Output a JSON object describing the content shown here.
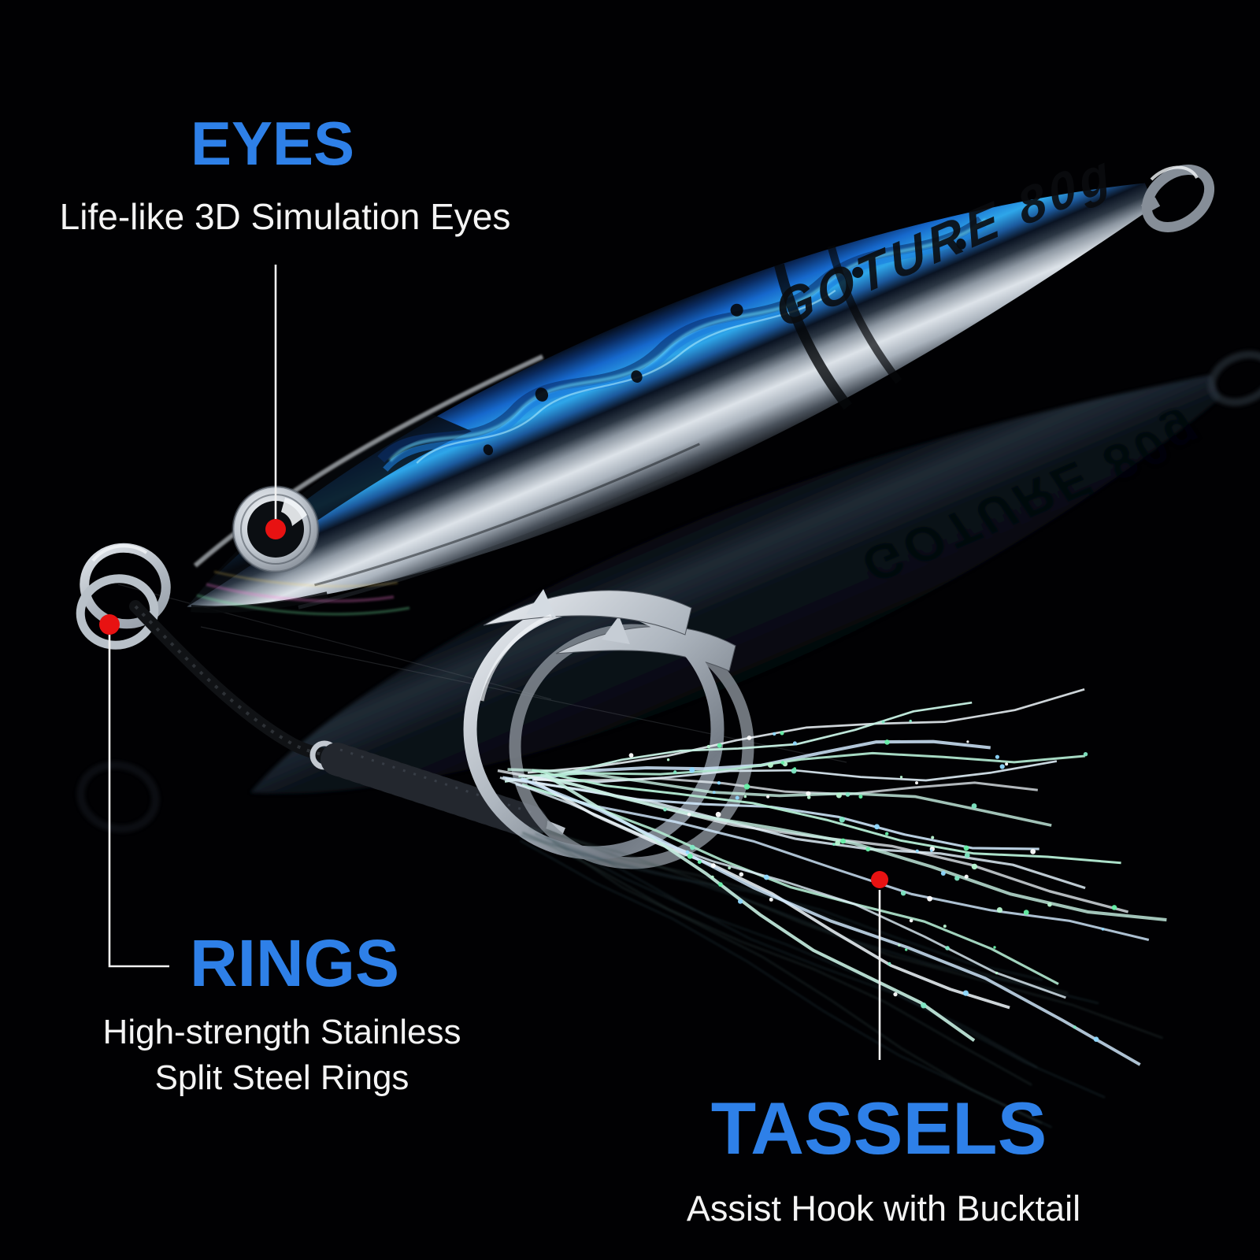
{
  "scene": {
    "description": "Fishing jig lure product photo on black background with feature callouts",
    "background_color": "#000000"
  },
  "annotations": {
    "eyes": {
      "title": "EYES",
      "subtitle": "Life-like 3D Simulation Eyes"
    },
    "rings": {
      "title": "RINGS",
      "subtitle_line1": "High-strength Stainless",
      "subtitle_line2": "Split Steel Rings"
    },
    "tassels": {
      "title": "TASSELS",
      "subtitle": "Assist Hook with Bucktail"
    }
  },
  "lure": {
    "printed_label": "GOTURE  80g",
    "brand_text": "GOTURE",
    "weight_text": "80g"
  },
  "colors": {
    "accent_blue": "#2e80e8",
    "text_white": "#f4f4f4",
    "marker_red": "#e81212",
    "lure_blue": "#2ea6e9",
    "lure_silver": "#dde3e9"
  }
}
